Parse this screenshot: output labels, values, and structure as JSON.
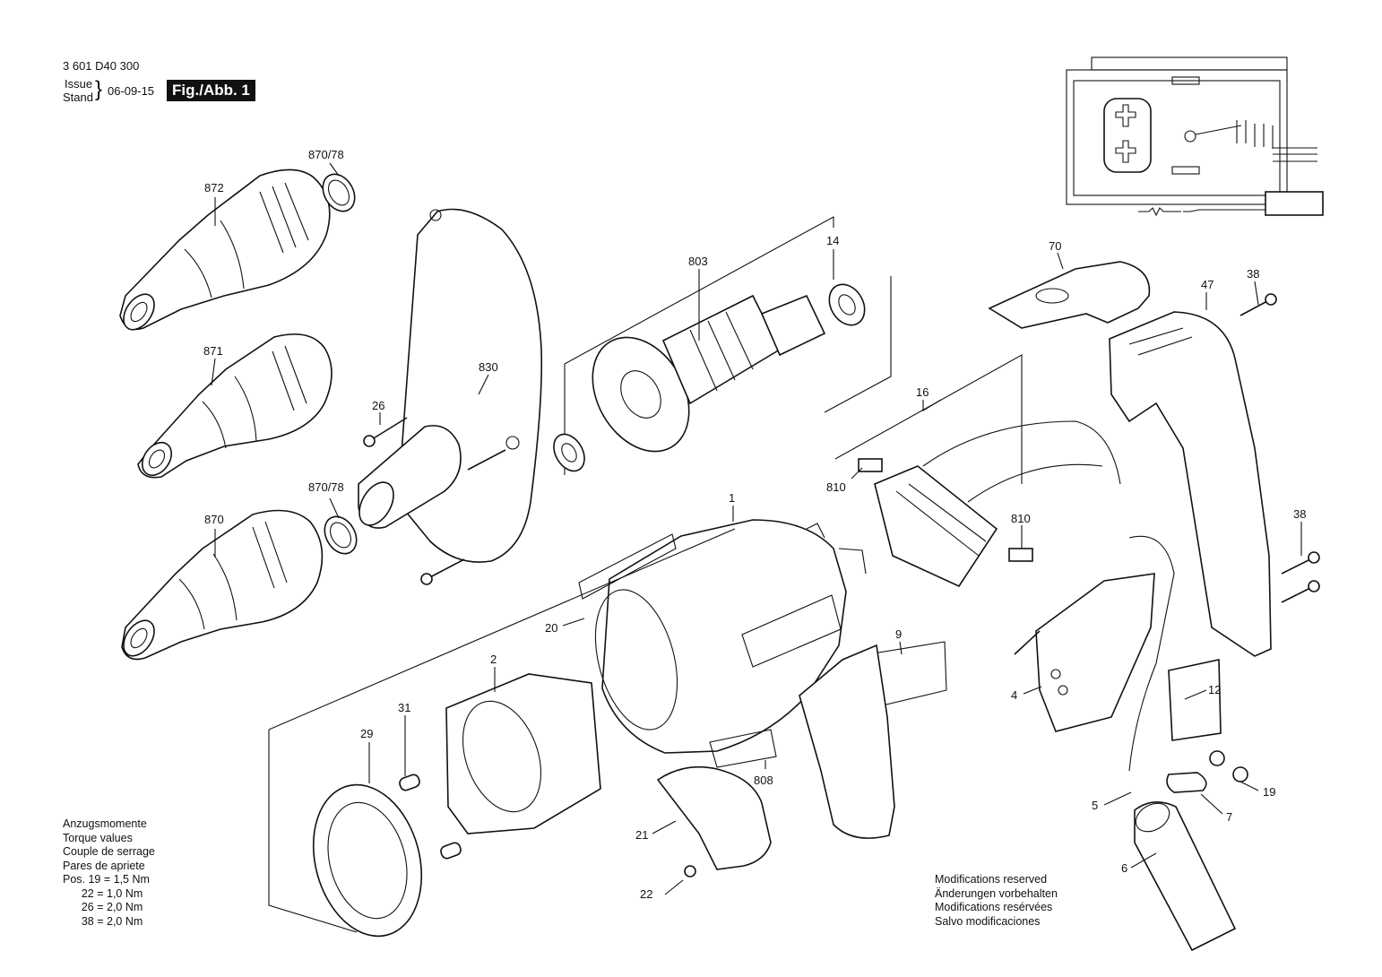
{
  "header": {
    "drawing_no": "3 601 D40 300",
    "issue_label": "Issue",
    "stand_label": "Stand",
    "date": "06-09-15",
    "figure_label": "Fig./Abb. 1"
  },
  "torque": {
    "lines": [
      "Anzugsmomente",
      "Torque values",
      "Couple de serrage",
      "Pares de apriete",
      "Pos. 19 = 1,5 Nm",
      "      22 = 1,0 Nm",
      "      26 = 2,0 Nm",
      "      38 = 2,0 Nm"
    ]
  },
  "modifications": {
    "lines": [
      "Modifications reserved",
      "Änderungen vorbehalten",
      "Modifications resérvées",
      "Salvo modificaciones"
    ]
  },
  "callouts": {
    "c870_78a": "870/78",
    "c872": "872",
    "c871": "871",
    "c870": "870",
    "c870_78b": "870/78",
    "c26": "26",
    "c830": "830",
    "c803": "803",
    "c14": "14",
    "c70": "70",
    "c47": "47",
    "c38a": "38",
    "c16": "16",
    "c810a": "810",
    "c810b": "810",
    "c38b": "38",
    "c1": "1",
    "c20": "20",
    "c9": "9",
    "c2": "2",
    "c31": "31",
    "c29": "29",
    "c4": "4",
    "c12": "12",
    "c808": "808",
    "c21": "21",
    "c22": "22",
    "c5": "5",
    "c7": "7",
    "c19": "19",
    "c6": "6"
  }
}
